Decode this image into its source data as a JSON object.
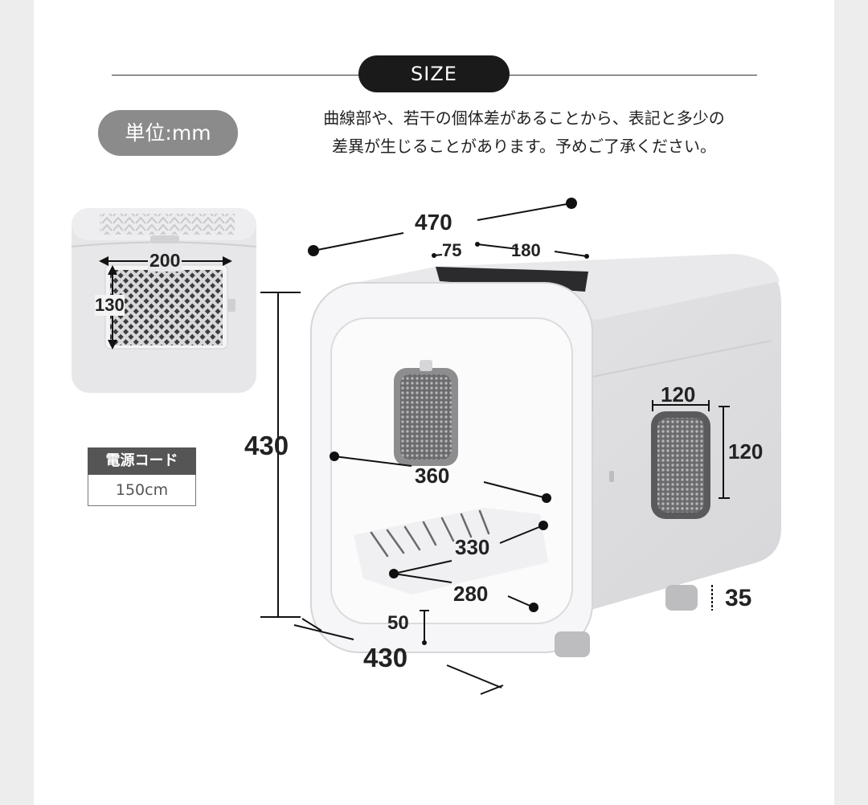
{
  "header": {
    "title": "SIZE"
  },
  "unit": {
    "label": "単位:mm"
  },
  "note": {
    "line1": "曲線部や、若干の個体差があることから、表記と多少の",
    "line2": "差異が生じることがあります。予めご了承ください。"
  },
  "power_cord": {
    "header": "電源コード",
    "value": "150cm"
  },
  "dimensions": {
    "filter_width": "200",
    "filter_height": "130",
    "total_width": "470",
    "top_panel_front": "75",
    "top_panel_depth": "180",
    "total_height": "430",
    "total_depth": "430",
    "side_window_width": "120",
    "side_window_height": "120",
    "inner_width": "360",
    "tray_width": "330",
    "tray_depth": "280",
    "floor_height": "50",
    "foot_height": "35"
  },
  "colors": {
    "body": "#e3e3e5",
    "frame": "#f2f2f4",
    "mesh": "#5a5a5c",
    "badge": "#8b8b8b"
  }
}
